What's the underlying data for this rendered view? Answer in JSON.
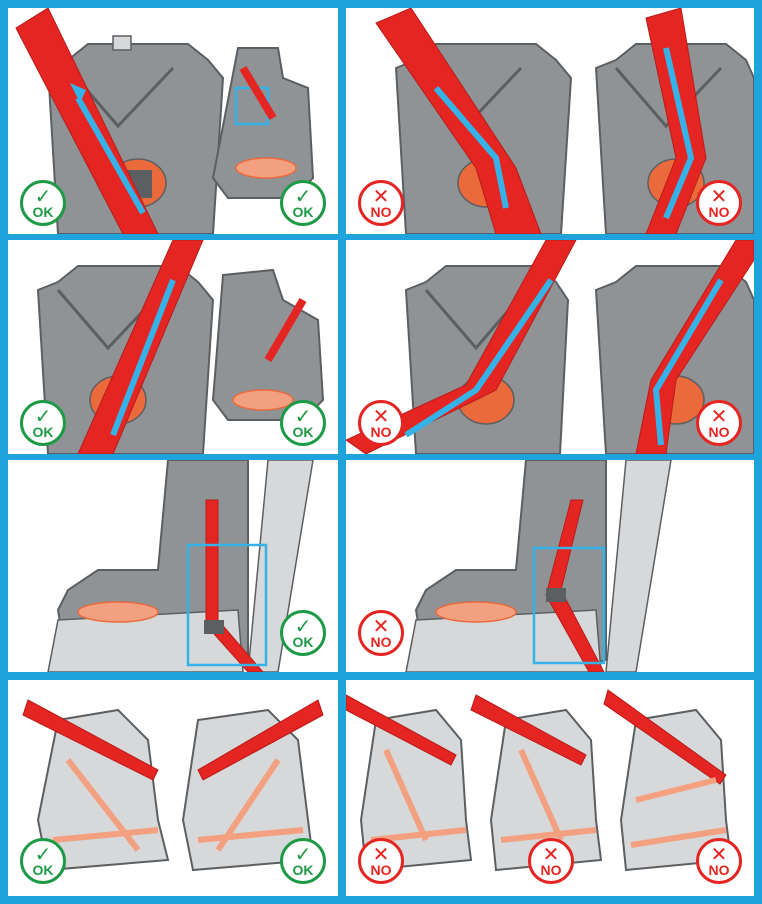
{
  "colors": {
    "frame": "#1fa3dc",
    "belt": "#e52521",
    "belt_dark": "#b81c1a",
    "guide": "#35b3e8",
    "seat": "#8f9396",
    "seat_dark": "#5c5f62",
    "seat_light": "#d6d8da",
    "buckle": "#ea6a3c",
    "lap_belt": "#f2a07f",
    "ok": "#1e9a46",
    "no": "#e52521"
  },
  "badges": {
    "ok": {
      "symbol": "✓",
      "label": "OK"
    },
    "no": {
      "symbol": "✕",
      "label": "NO"
    }
  },
  "rows": [
    {
      "name": "row-1-shoulder-belt-routing",
      "left": [
        "OK",
        "OK"
      ],
      "right": [
        "NO",
        "NO"
      ]
    },
    {
      "name": "row-2-shoulder-belt-routing-mirrored",
      "left": [
        "OK",
        "OK"
      ],
      "right": [
        "NO",
        "NO"
      ]
    },
    {
      "name": "row-3-side-belt-position",
      "left": [
        "OK"
      ],
      "right": [
        "NO"
      ]
    },
    {
      "name": "row-4-lap-belt-routing",
      "left": [
        "OK",
        "OK"
      ],
      "right": [
        "NO",
        "NO",
        "NO"
      ]
    }
  ]
}
